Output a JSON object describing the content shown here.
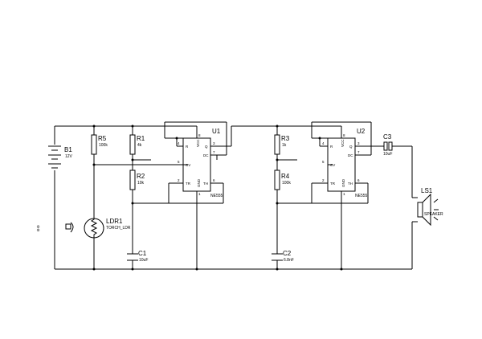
{
  "schematic": {
    "components": {
      "b1": {
        "ref": "B1",
        "value": "12V"
      },
      "r5": {
        "ref": "R5",
        "value": "100k"
      },
      "r1": {
        "ref": "R1",
        "value": "4k"
      },
      "r2": {
        "ref": "R2",
        "value": "10k"
      },
      "ldr1": {
        "ref": "LDR1",
        "value": "TORCH_LDR"
      },
      "c1": {
        "ref": "C1",
        "value": "10uF"
      },
      "u1": {
        "ref": "U1",
        "part": "NE555"
      },
      "r3": {
        "ref": "R3",
        "value": "1k"
      },
      "r4": {
        "ref": "R4",
        "value": "100k"
      },
      "c2": {
        "ref": "C2",
        "value": "6.8nF"
      },
      "u2": {
        "ref": "U2",
        "part": "NE555"
      },
      "c3": {
        "ref": "C3",
        "value": "10uF"
      },
      "ls1": {
        "ref": "LS1",
        "value": "SPEAKER"
      }
    },
    "ic_pins": {
      "r": "R",
      "vcc": "VCC",
      "q": "Q",
      "dc": "DC",
      "cv": "CV",
      "gnd": "GND",
      "tr": "TR",
      "th": "TH",
      "n4": "4",
      "n8": "8",
      "n3": "3",
      "n7": "7",
      "n5": "5",
      "n2": "2",
      "n6": "6",
      "n1": "1"
    }
  }
}
